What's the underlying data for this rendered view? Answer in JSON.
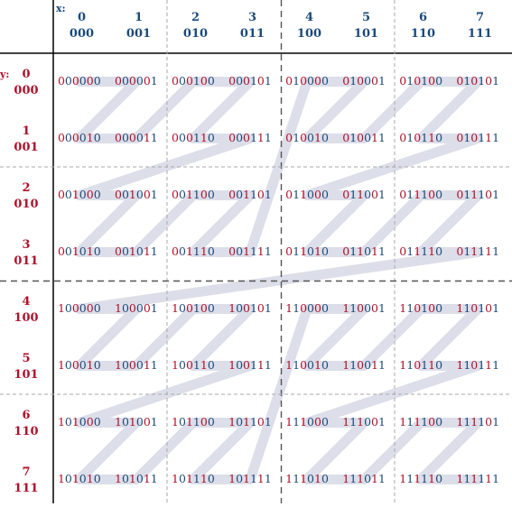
{
  "axis_x_label": "x:",
  "axis_y_label": "y:",
  "columns": [
    {
      "index": "0",
      "binary": "000"
    },
    {
      "index": "1",
      "binary": "001"
    },
    {
      "index": "2",
      "binary": "010"
    },
    {
      "index": "3",
      "binary": "011"
    },
    {
      "index": "4",
      "binary": "100"
    },
    {
      "index": "5",
      "binary": "101"
    },
    {
      "index": "6",
      "binary": "110"
    },
    {
      "index": "7",
      "binary": "111"
    }
  ],
  "rows": [
    {
      "index": "0",
      "binary": "000"
    },
    {
      "index": "1",
      "binary": "001"
    },
    {
      "index": "2",
      "binary": "010"
    },
    {
      "index": "3",
      "binary": "011"
    },
    {
      "index": "4",
      "binary": "100"
    },
    {
      "index": "5",
      "binary": "101"
    },
    {
      "index": "6",
      "binary": "110"
    },
    {
      "index": "7",
      "binary": "111"
    }
  ],
  "colors": {
    "x_bit": "#1a4a7a",
    "y_bit": "#b0102a",
    "header_x": "#1a4a7a",
    "header_y": "#b0102a",
    "curve": "#dcdee9",
    "grid_solid": "#000000",
    "grid_major": "#555555",
    "grid_minor": "#aaaaaa"
  }
}
